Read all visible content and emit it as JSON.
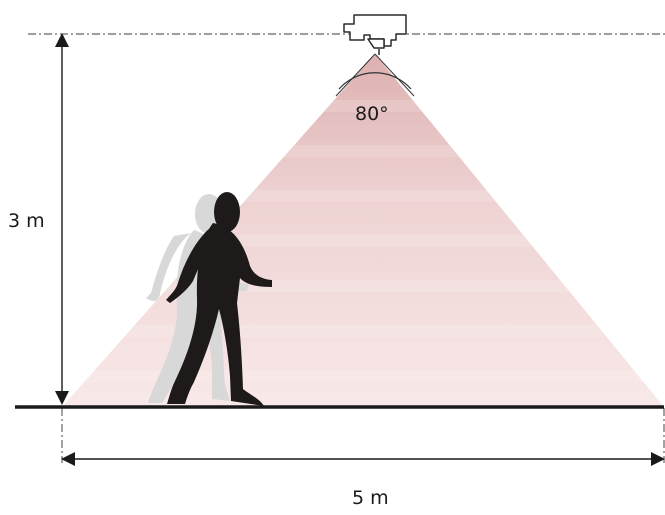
{
  "diagram": {
    "angle_label": "80°",
    "height_label": "3 m",
    "width_label": "5 m",
    "detection_color": "#e9bcbc",
    "ground_color": "#1a1a1a",
    "figure_color": "#1f1a1a",
    "ghost_figure_color": "#d7d7d7"
  }
}
